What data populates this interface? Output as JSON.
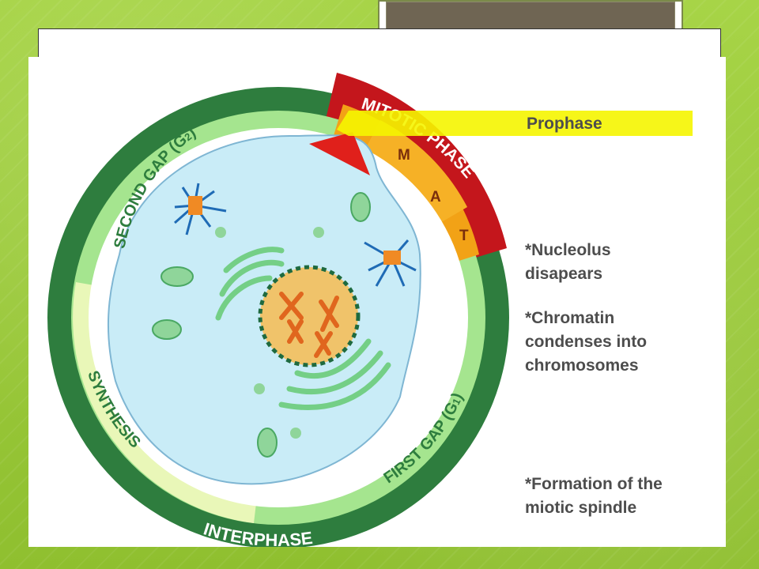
{
  "diagram": {
    "outer_ring_label": "INTERPHASE",
    "mitotic_ring_label": "MITOTIC PHASE",
    "second_gap_label": "SECOND GAP (G",
    "second_gap_sub": "2",
    "first_gap_label": "FIRST GAP (G",
    "first_gap_sub": "1",
    "synthesis_label": "SYNTHESIS",
    "mitosis_letters": [
      "M",
      "A",
      "T"
    ],
    "highlight_label": "Prophase",
    "notes": [
      "*Nucleolus\n disapears",
      "*Chromatin\ncondenses into\nchromosomes",
      "*Formation of the\nmiotic spindle"
    ],
    "colors": {
      "interphase_ring": "#2e7d3e",
      "mitotic_ring": "#c4161c",
      "gap_ring": "#a5e58f",
      "synthesis_ring": "#e9f7b8",
      "cell": "#c9ecf7",
      "nucleus": "#f0c36a",
      "highlight": "#f5f500",
      "arrow": "#e0201b"
    }
  }
}
